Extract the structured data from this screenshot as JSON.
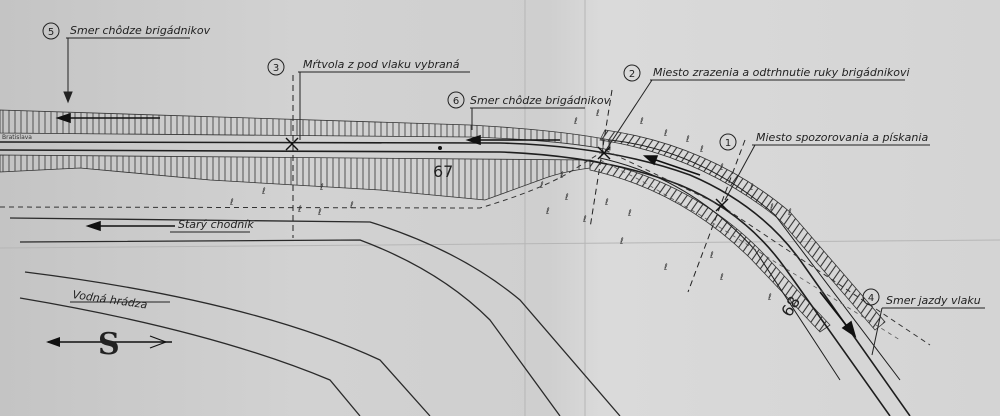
{
  "labels": {
    "walk_direction_5": "Smer chôdze brigádnikov",
    "body_position_3": "Mŕtvola z pod vlaku vybraná",
    "collision_place_2": "Miesto zrazenia a odtrhnutie ruky brigádnikovi",
    "walk_direction_6": "Smer chôdze brigádnikov",
    "noticing_place_1": "Miesto spozorovania a pískania",
    "train_direction_4": "Smer jazdy vlaku",
    "old_path": "Starý chodník",
    "water_ditch": "Vodná hrádza",
    "km_67": "67",
    "km_68": "68",
    "track_note": "Bratislava",
    "north_symbol": "S",
    "footprint_mark": "ℓ"
  },
  "markers": {
    "m1": "1",
    "m2": "2",
    "m3": "3",
    "m4": "4",
    "m5": "5",
    "m6": "6"
  },
  "colors": {
    "paper": "#cfcfcf",
    "ink": "#222222"
  }
}
